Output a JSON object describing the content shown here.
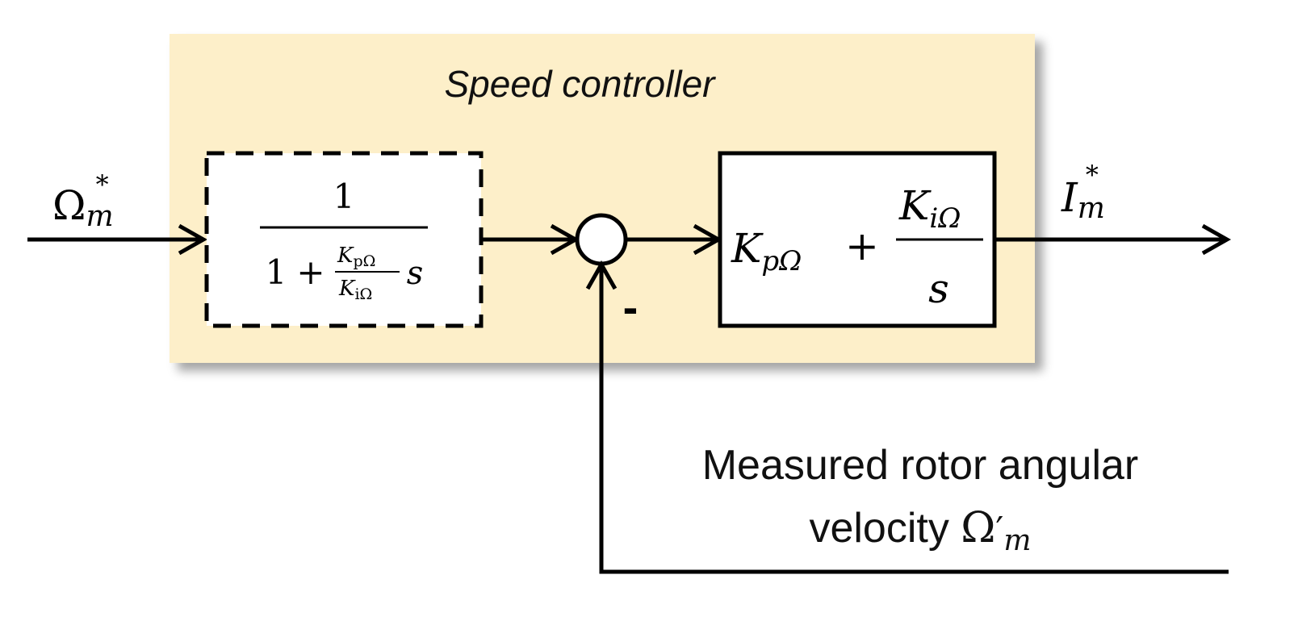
{
  "controller": {
    "title": "Speed controller",
    "background_color": "#fdefc9"
  },
  "input": {
    "symbol": "Ω",
    "subscript": "m",
    "superscript": "*"
  },
  "prefilter": {
    "numerator": "1",
    "den_one": "1",
    "den_plus": "+",
    "frac_num_symbol": "K",
    "frac_num_subscript": "pΩ",
    "frac_den_symbol": "K",
    "frac_den_subscript": "iΩ",
    "den_variable": "s"
  },
  "summing_junction": {
    "minus_sign": "-"
  },
  "pi_controller": {
    "kp_symbol": "K",
    "kp_subscript": "pΩ",
    "plus": "+",
    "ki_symbol": "K",
    "ki_subscript": "iΩ",
    "denominator": "s"
  },
  "output": {
    "symbol": "I",
    "subscript": "m",
    "superscript": "*"
  },
  "feedback": {
    "line1": "Measured rotor angular",
    "line2_text": "velocity ",
    "symbol": "Ω",
    "prime": "′",
    "subscript": "m"
  }
}
